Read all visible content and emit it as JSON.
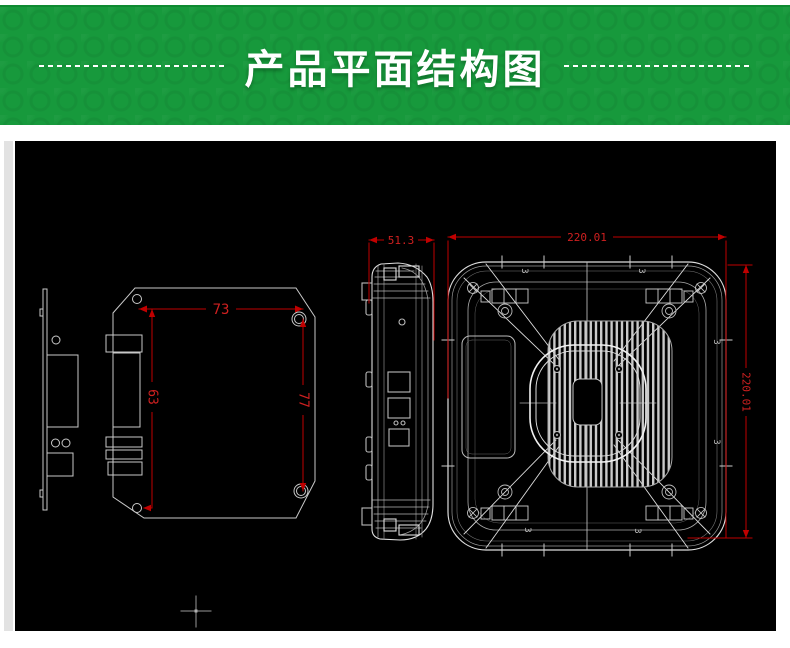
{
  "header": {
    "title": "产品平面结构图",
    "bg_color": "#17993c",
    "text_color": "#ffffff"
  },
  "drawing": {
    "bg_color": "#000000",
    "line_color": "#c9c9c9",
    "dim_color": "#c00000",
    "dims": {
      "plate_width": "73",
      "plate_height_left": "63",
      "plate_height_right": "77",
      "side_depth": "51.3",
      "panel_width": "220.01",
      "panel_height": "220.01"
    },
    "rib_thickness": "3"
  }
}
